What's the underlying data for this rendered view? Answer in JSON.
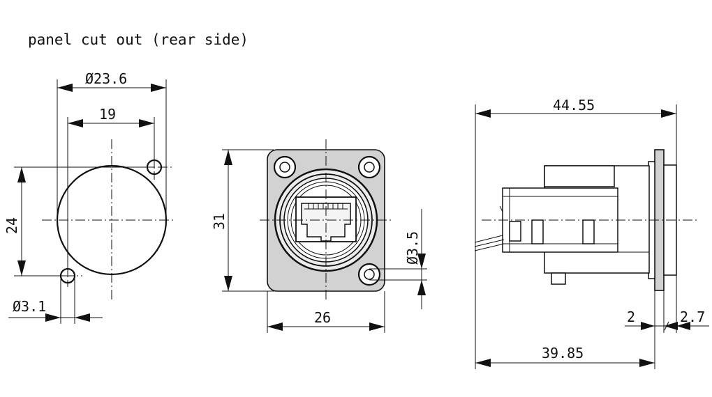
{
  "title": "panel cut out (rear side)",
  "dimensions": {
    "outer_diameter": "Ø23.6",
    "hole_spacing": "19",
    "cutout_height": "24",
    "hole_diameter": "Ø3.1",
    "flange_height": "31",
    "flange_width": "26",
    "flange_hole_diameter": "Ø3.5",
    "total_length": "44.55",
    "body_length": "39.85",
    "flange_thickness_a": "2",
    "flange_thickness_b": "2.7"
  }
}
